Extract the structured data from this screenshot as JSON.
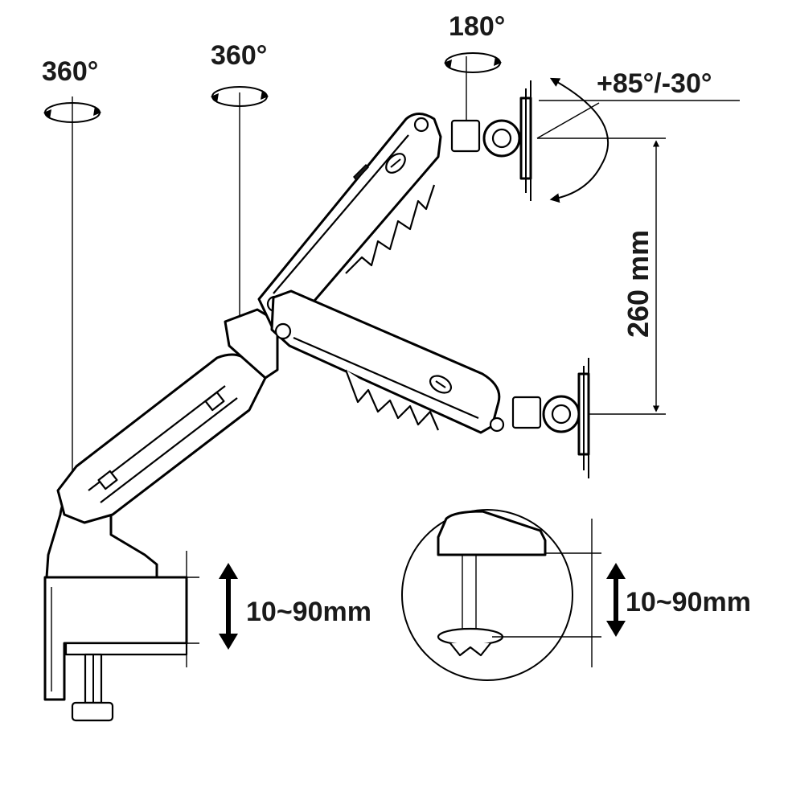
{
  "labels": {
    "base_rotation": "360°",
    "arm_rotation": "360°",
    "head_swivel": "180°",
    "tilt_range": "+85°/-30°",
    "height_travel": "260 mm",
    "clamp_range": "10~90mm",
    "grommet_range": "10~90mm"
  },
  "icons": {
    "rotation": "rotation-arrow-icon",
    "double_arrow": "double-headed-arrow-icon"
  }
}
